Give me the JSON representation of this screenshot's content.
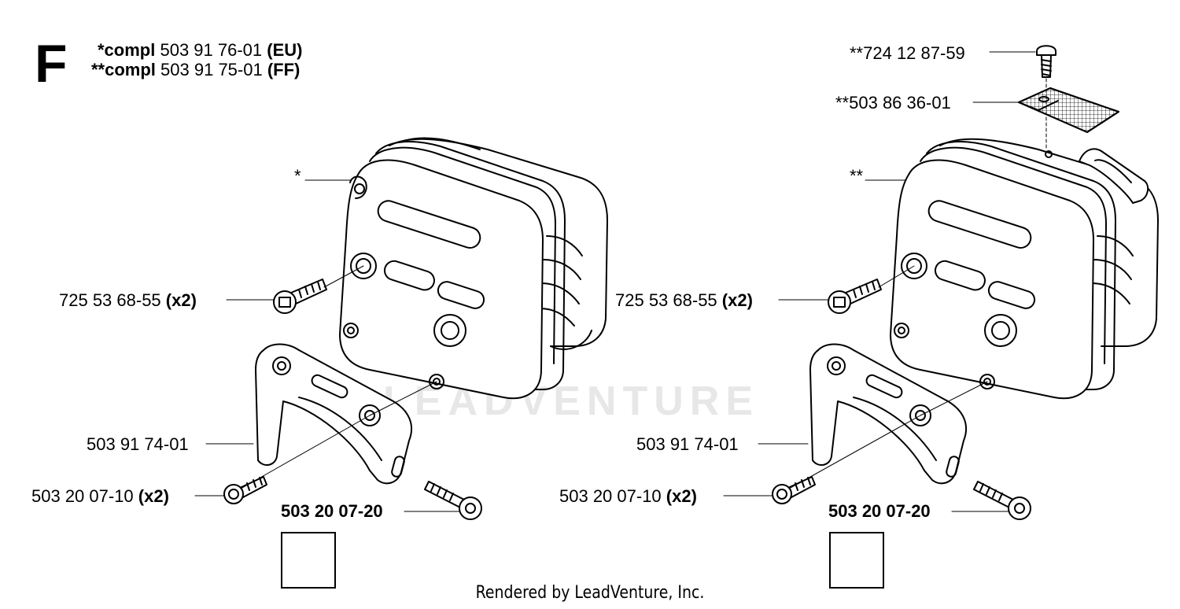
{
  "header": {
    "section_letter": "F",
    "line1": {
      "prefix": "*compl",
      "number": "503 91 76-01",
      "region": "(EU)"
    },
    "line2": {
      "prefix": "**compl",
      "number": "503 91 75-01",
      "region": "(FF)"
    }
  },
  "watermark": "LEADVENTURE",
  "left_assembly": {
    "muffler_label": "*",
    "screw_label": {
      "number": "725 53 68-55",
      "qty": "(x2)"
    },
    "bracket_label": "503 91 74-01",
    "bolt_label": {
      "number": "503 20 07-10",
      "qty": "(x2)"
    },
    "bolt2_label": "503 20 07-20"
  },
  "right_assembly": {
    "top_screw_label": "**724 12 87-59",
    "screen_label": "**503 86 36-01",
    "muffler_label": "**",
    "screw_label": {
      "number": "725 53 68-55",
      "qty": "(x2)"
    },
    "bracket_label": "503 91 74-01",
    "bolt_label": {
      "number": "503 20 07-10",
      "qty": "(x2)"
    },
    "bolt2_label": "503 20 07-20"
  },
  "icons": {
    "info": "info-wrench-icon"
  },
  "footer": "Rendered by LeadVenture, Inc."
}
